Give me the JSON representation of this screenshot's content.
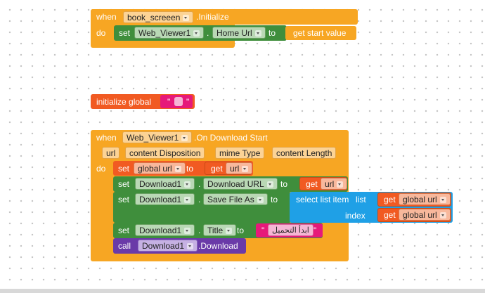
{
  "event1": {
    "when": "when",
    "component": "book_screeen",
    "event": ".Initialize",
    "do": "do",
    "set": "set",
    "target": "Web_Viewer1",
    "dot": ".",
    "property": "Home Url",
    "to": "to",
    "value": "get start value"
  },
  "global_init": {
    "label": "initialize global",
    "quote_open": "\"",
    "quote_close": "\""
  },
  "event2": {
    "when": "when",
    "component": "Web_Viewer1",
    "event": ".On Download Start",
    "params": [
      "url",
      "content Disposition",
      "mime Type",
      "content Length"
    ],
    "do": "do",
    "set_global": {
      "set": "set",
      "var": "global url",
      "to": "to",
      "get": "get",
      "arg": "url"
    },
    "set_url": {
      "set": "set",
      "comp": "Download1",
      "dot": ".",
      "prop": "Download URL",
      "to": "to",
      "get": "get",
      "arg": "url"
    },
    "set_file": {
      "set": "set",
      "comp": "Download1",
      "dot": ".",
      "prop": "Save File As",
      "to": "to",
      "select": "select list item",
      "list": "list",
      "index": "index",
      "get1": "get",
      "arg1": "global url",
      "get2": "get",
      "arg2": "global url"
    },
    "set_title": {
      "set": "set",
      "comp": "Download1",
      "dot": ".",
      "prop": "Title",
      "to": "to",
      "quote_open": "\"",
      "text": "ابدأ التحميل",
      "quote_close": "\""
    },
    "call": {
      "call": "call",
      "comp": "Download1",
      "method": ".Download"
    }
  },
  "colors": {
    "event": "#f7a623",
    "set": "#3f8e3c",
    "variable": "#f15a22",
    "text": "#e6197a",
    "list": "#1fa0e6",
    "call": "#6a3aa8"
  }
}
